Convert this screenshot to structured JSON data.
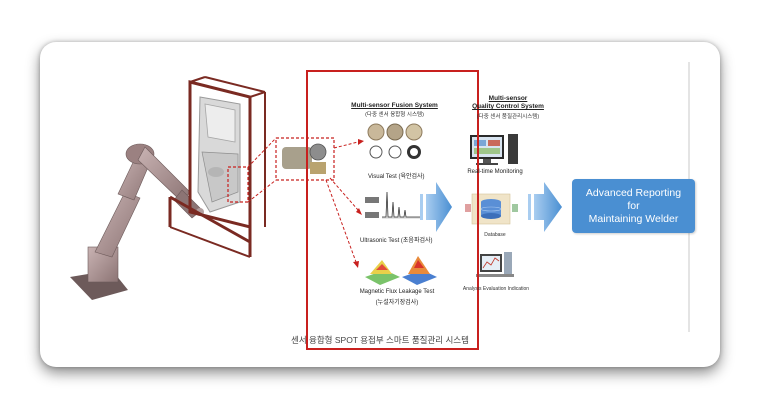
{
  "fusion": {
    "title": "Multi-sensor Fusion System",
    "subtitle": "(다중 센서 융합형 시스템)"
  },
  "tests": {
    "visual": "Visual Test (육안검사)",
    "ultrasonic": "Ultrasonic Test (초음파검사)",
    "magnetic_line1": "Magnetic Flux Leakage Test",
    "magnetic_line2": "(누설자기장검사)"
  },
  "qc": {
    "title_line1": "Multi-sensor",
    "title_line2": "Quality Control System",
    "subtitle": "(다중 센서 품질관리시스템)"
  },
  "monitoring": {
    "label": "Real-time Monitoring"
  },
  "database": {
    "label": "Database"
  },
  "analysis": {
    "label": "Analysis Evaluation Indication"
  },
  "report": {
    "line1": "Advanced Reporting",
    "line2": "for",
    "line3": "Maintaining Welder"
  },
  "caption": "센서 융합형 SPOT 용접부 스마트 품질관리 시스템",
  "colors": {
    "accent_red": "#c8201e",
    "accent_blue": "#4a8fd2",
    "arrow_blue": "#5a9fdc"
  }
}
